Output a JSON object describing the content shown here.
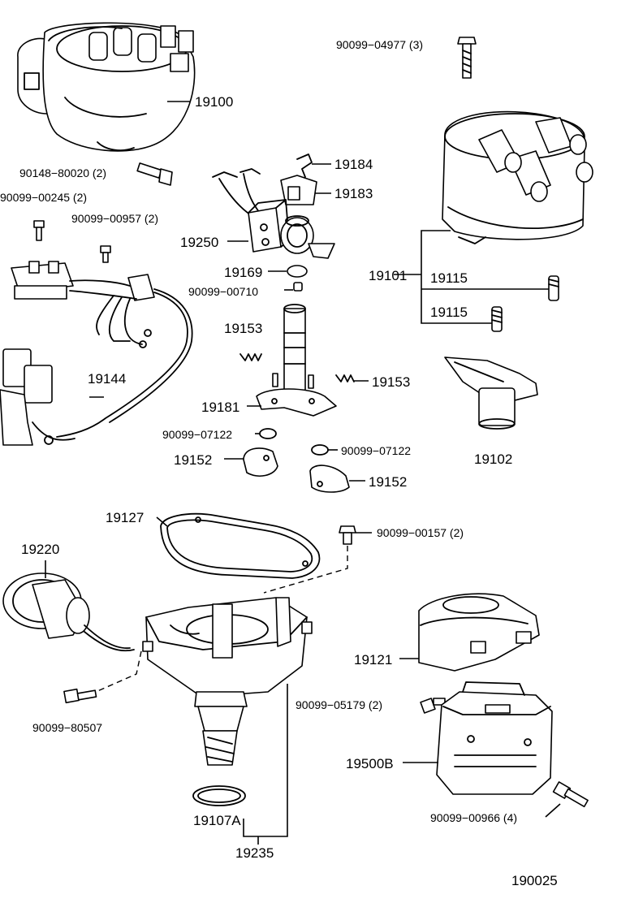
{
  "diagram_number": "190025",
  "parts": {
    "p19100": "19100",
    "p90099_04977": "90099−04977 (3)",
    "p19184": "19184",
    "p19183": "19183",
    "p90148_80020": "90148−80020 (2)",
    "p90099_00245": "90099−00245 (2)",
    "p90099_00957": "90099−00957 (2)",
    "p19250": "19250",
    "p19169": "19169",
    "p90099_00710": "90099−00710",
    "p19101": "19101",
    "p19115a": "19115",
    "p19115b": "19115",
    "p19153a": "19153",
    "p19153b": "19153",
    "p19144": "19144",
    "p19181": "19181",
    "p19102": "19102",
    "p90099_07122a": "90099−07122",
    "p90099_07122b": "90099−07122",
    "p19152a": "19152",
    "p19152b": "19152",
    "p19127": "19127",
    "p90099_00157": "90099−00157 (2)",
    "p19220": "19220",
    "p19121": "19121",
    "p90099_05179": "90099−05179 (2)",
    "p90099_80507": "90099−80507",
    "p19500B": "19500B",
    "p90099_00966": "90099−00966 (4)",
    "p19107A": "19107A",
    "p19235": "19235"
  }
}
